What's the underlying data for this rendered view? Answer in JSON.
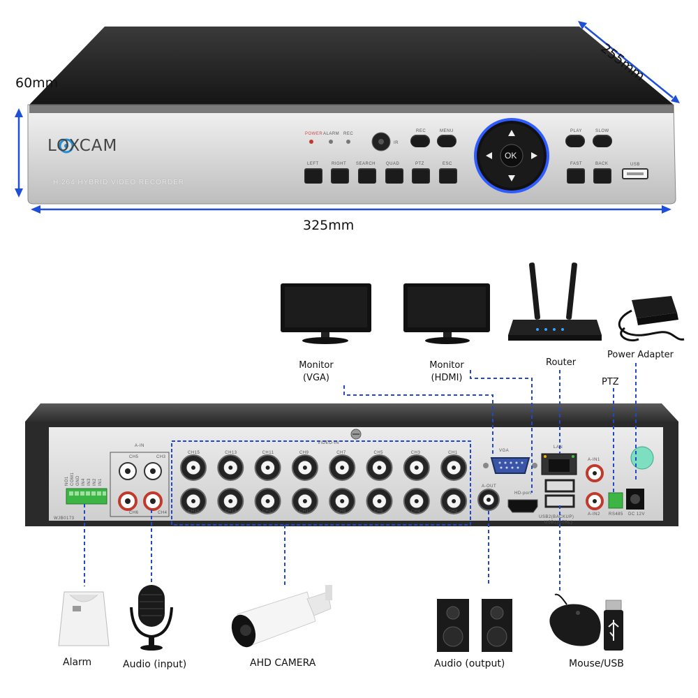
{
  "dimensions": {
    "height": "60mm",
    "depth": "255mm",
    "width": "325mm"
  },
  "front_panel": {
    "brand": "LOXCAM",
    "model_text": "H.264 HYBRID VIDEO RECORDER",
    "indicators": [
      "POWER",
      "ALARM",
      "REC"
    ],
    "top_buttons": [
      "REC",
      "MENU"
    ],
    "bottom_buttons": [
      "LEFT",
      "RIGHT",
      "SEARCH",
      "QUAD",
      "PTZ",
      "ESC"
    ],
    "dpad_center": "OK",
    "right_top_buttons": [
      "PLAY",
      "SLOW"
    ],
    "right_bottom_buttons": [
      "FAST",
      "BACK"
    ],
    "usb_label": "USB",
    "ir_label": "IR"
  },
  "rear_panel": {
    "video_in_label": "VIDEO-IN",
    "audio_in_label": "A-IN",
    "audio_in_channels": [
      "CH5",
      "CH3",
      "CH6",
      "CH4"
    ],
    "bnc_top": [
      "CH15",
      "CH13",
      "CH11",
      "CH9",
      "CH7",
      "CH5",
      "CH3",
      "CH1"
    ],
    "bnc_bottom": [
      "CH16",
      "CH14",
      "CH12",
      "CH10",
      "CH8",
      "CH6",
      "CH4",
      "CH2"
    ],
    "vga_label": "VGA",
    "aout_label": "A-OUT",
    "hdmi_label": "HD-port",
    "lan_label": "LAN",
    "usb_labels": [
      "USB2(BACKUP)",
      "USB1(CTRL)"
    ],
    "ain_right": [
      "A-IN1",
      "A-IN2"
    ],
    "rs485_label": "RS485",
    "dc_label": "DC 12V",
    "model_number": "WJB0173",
    "alarm_pins": [
      "NO1",
      "COM1",
      "GND",
      "IN4",
      "IN3",
      "IN2",
      "IN1"
    ]
  },
  "peripherals": {
    "monitor_vga": "Monitor\n(VGA)",
    "monitor_hdmi": "Monitor\n(HDMI)",
    "router": "Router",
    "power_adapter": "Power Adapter",
    "ptz": "PTZ",
    "alarm": "Alarm",
    "audio_input": "Audio (input)",
    "ahd_camera": "AHD CAMERA",
    "audio_output": "Audio (output)",
    "mouse_usb": "Mouse/USB"
  },
  "colors": {
    "arrow_blue": "#1f4fd6",
    "dashed_blue": "#2048c8",
    "panel_silver": "#d8d8d8",
    "chassis_dark": "#2c2c2c"
  }
}
